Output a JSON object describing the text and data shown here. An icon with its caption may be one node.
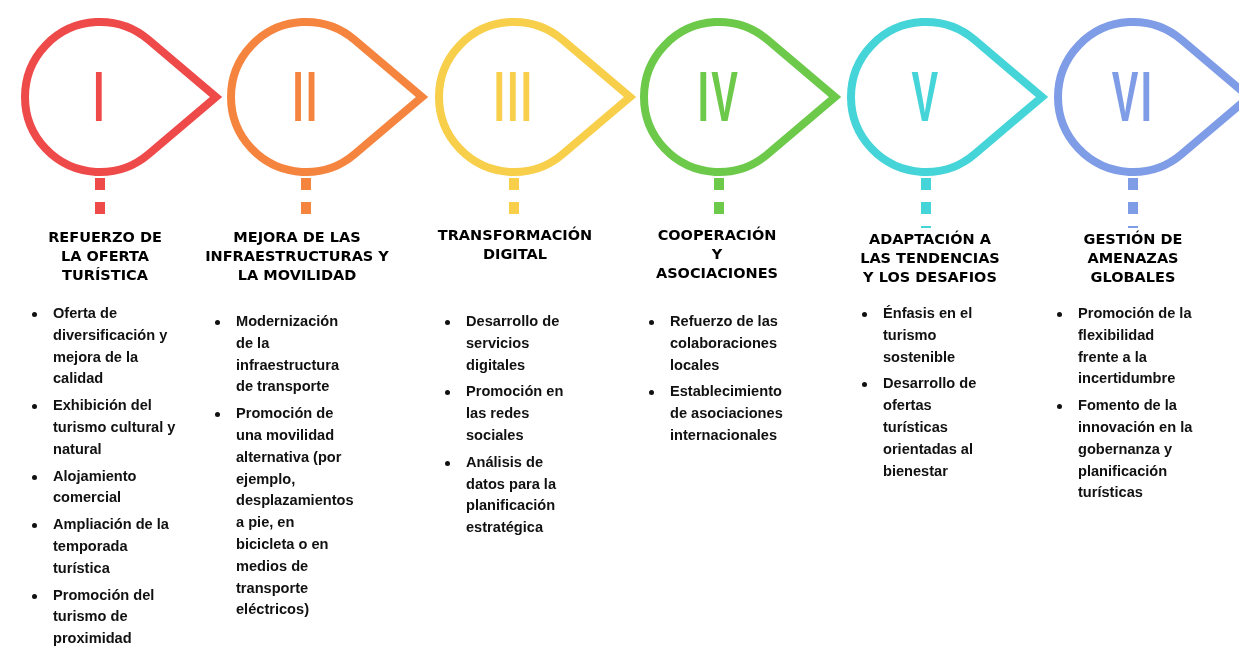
{
  "diagram": {
    "nodes": [
      {
        "text": [
          "I"
        ]
      },
      {
        "text": [
          "II"
        ]
      },
      {
        "text": [
          "III"
        ]
      },
      {
        "text": [
          "IV"
        ]
      },
      {
        "text": [
          "V"
        ]
      },
      {
        "text": [
          "VI"
        ]
      },
      {
        "text": [
          "REFUERZO DE LA OFERTA TURÍSTICA",
          "Oferta de diversificación y mejora de la calidad",
          "Exhibición del turismo cultural y natural",
          "Alojamiento comercial",
          "Ampliación de la temporada turística",
          "Promoción del turismo de proximidad"
        ]
      },
      {
        "text": [
          "MEJORA DE LAS INFRAESTRUCTURAS Y LA MOVILIDAD",
          "Modernización de la infraestructura de transporte",
          "Promoción de una movilidad alternativa (por ejemplo, desplazamientos a pie, en bicicleta o en medios de transporte eléctricos)"
        ]
      },
      {
        "text": [
          "TRANSFORMACIÓN DIGITAL",
          "Desarrollo de servicios digitales",
          "Promoción en las redes sociales",
          "Análisis de datos para la planificación estratégica"
        ]
      },
      {
        "text": [
          "COOPERACIÓN Y ASOCIACIONES",
          "Refuerzo de las colaboraciones locales",
          "Establecimiento de asociaciones internacionales"
        ]
      },
      {
        "text": [
          "ADAPTACIÓN A LAS TENDENCIAS Y LOS DESAFIOS",
          "Énfasis en el turismo sostenible",
          "Desarrollo de ofertas turísticas orientadas al bienestar"
        ]
      },
      {
        "text": [
          "GESTIÓN DE AMENAZAS GLOBALES",
          "Promoción de la flexibilidad frente a la incertidumbre",
          "Fomento de la innovación en la gobernanza y planificación turísticas"
        ]
      }
    ],
    "edges": [
      {
        "from": 0,
        "to": 6,
        "arrow": "none",
        "style": "dashed",
        "color": "#ef4a4a"
      },
      {
        "from": 1,
        "to": 7,
        "arrow": "none",
        "style": "dashed",
        "color": "#f5843f"
      },
      {
        "from": 2,
        "to": 8,
        "arrow": "none",
        "style": "dashed",
        "color": "#f7cf4a"
      },
      {
        "from": 3,
        "to": 9,
        "arrow": "none",
        "style": "dashed",
        "color": "#6cc94a"
      },
      {
        "from": 4,
        "to": 10,
        "arrow": "none",
        "style": "dashed",
        "color": "#45d4d8"
      },
      {
        "from": 5,
        "to": 11,
        "arrow": "none",
        "style": "dashed",
        "color": "#7f9ce6"
      }
    ]
  }
}
